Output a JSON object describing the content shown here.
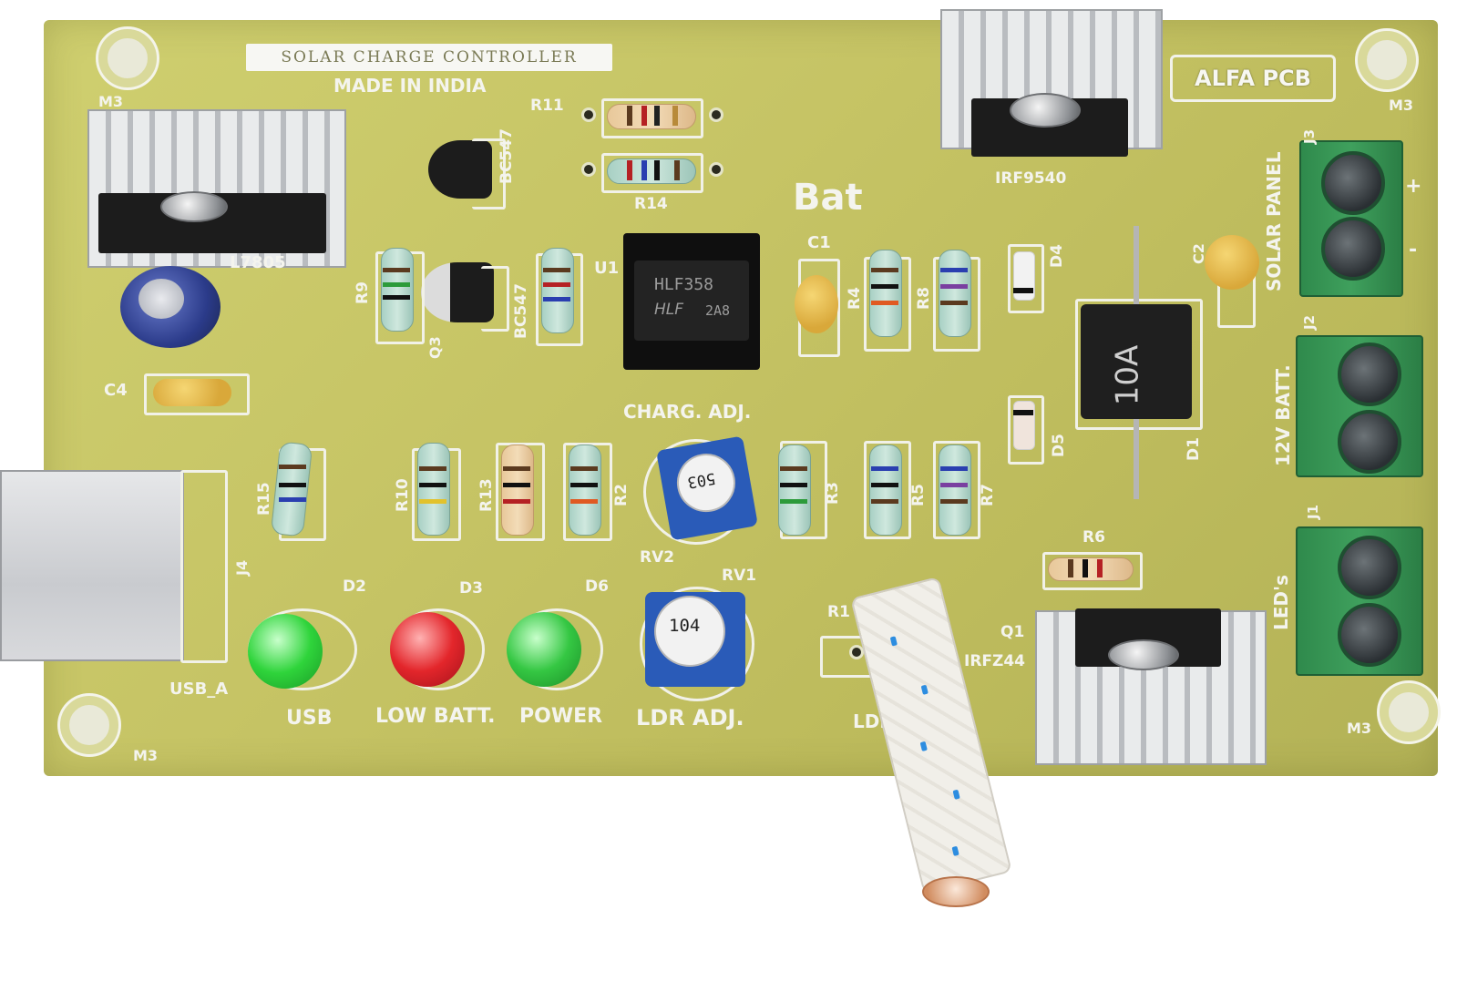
{
  "board": {
    "title": "SOLAR CHARGE CONTROLLER",
    "made_in": "MADE IN INDIA",
    "brand": "ALFA PCB",
    "pcb_color": "#c6c465",
    "silkscreen_color": "#f4f4ee"
  },
  "labels": {
    "m3_tl": "M3",
    "m3_tr": "M3",
    "m3_bl": "M3",
    "m3_br": "M3",
    "l7805": "L7805",
    "irf9540": "IRF9540",
    "irfz44": "IRFZ44",
    "bat": "Bat",
    "r11": "R11",
    "r14": "R14",
    "r9": "R9",
    "r4": "R4",
    "r8": "R8",
    "r15": "R15",
    "r10": "R10",
    "r13": "R13",
    "r2": "R2",
    "r3": "R3",
    "r5": "R5",
    "r7": "R7",
    "r6": "R6",
    "r1": "R1",
    "q1": "Q1",
    "q3": "Q3",
    "bc547_a": "BC547",
    "bc547_b": "BC547",
    "u1": "U1",
    "ic_text1": "HLF358",
    "ic_text2": "HLF",
    "ic_text3": "2A8",
    "c1": "C1",
    "c2": "C2",
    "c4": "C4",
    "d1": "D1",
    "d2": "D2",
    "d3": "D3",
    "d4": "D4",
    "d5": "D5",
    "d6": "D6",
    "j1": "J1",
    "j2": "J2",
    "j3": "J3",
    "j4": "J4",
    "rv1": "RV1",
    "rv2": "RV2",
    "pot_rv2": "503",
    "pot_rv1": "104",
    "diode_text": "10A",
    "charg_adj": "CHARG. ADJ.",
    "usb_a": "USB_A",
    "usb": "USB",
    "low_batt": "LOW BATT.",
    "power": "POWER",
    "ldr_adj": "LDR ADJ.",
    "ldr": "LDR",
    "solar_panel": "SOLAR PANEL",
    "batt_12v": "12V BATT.",
    "leds": "LED's",
    "plus": "+",
    "minus": "-"
  },
  "leds": {
    "d2_color": "#2fd43b",
    "d3_color": "#e3262b",
    "d6_color": "#35c743"
  }
}
